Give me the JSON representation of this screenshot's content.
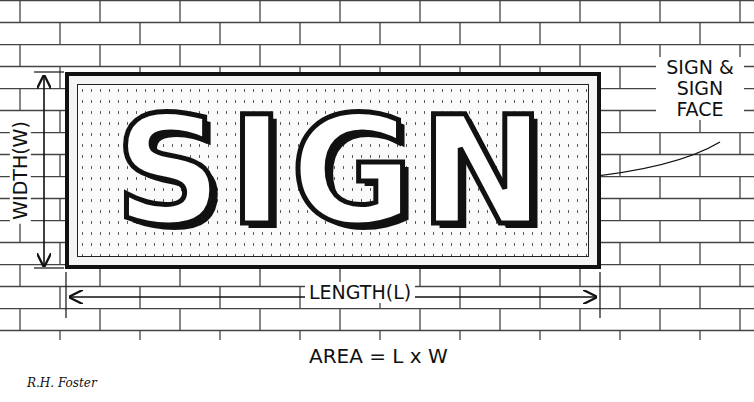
{
  "diagram": {
    "nodes": [
      {
        "text": [
          "SIGN"
        ]
      }
    ],
    "labels": [
      "SIGN & SIGN FACE",
      "WIDTH(W)",
      "LENGTH(L)",
      "AREA = L x W",
      "R.H. Foster"
    ]
  }
}
